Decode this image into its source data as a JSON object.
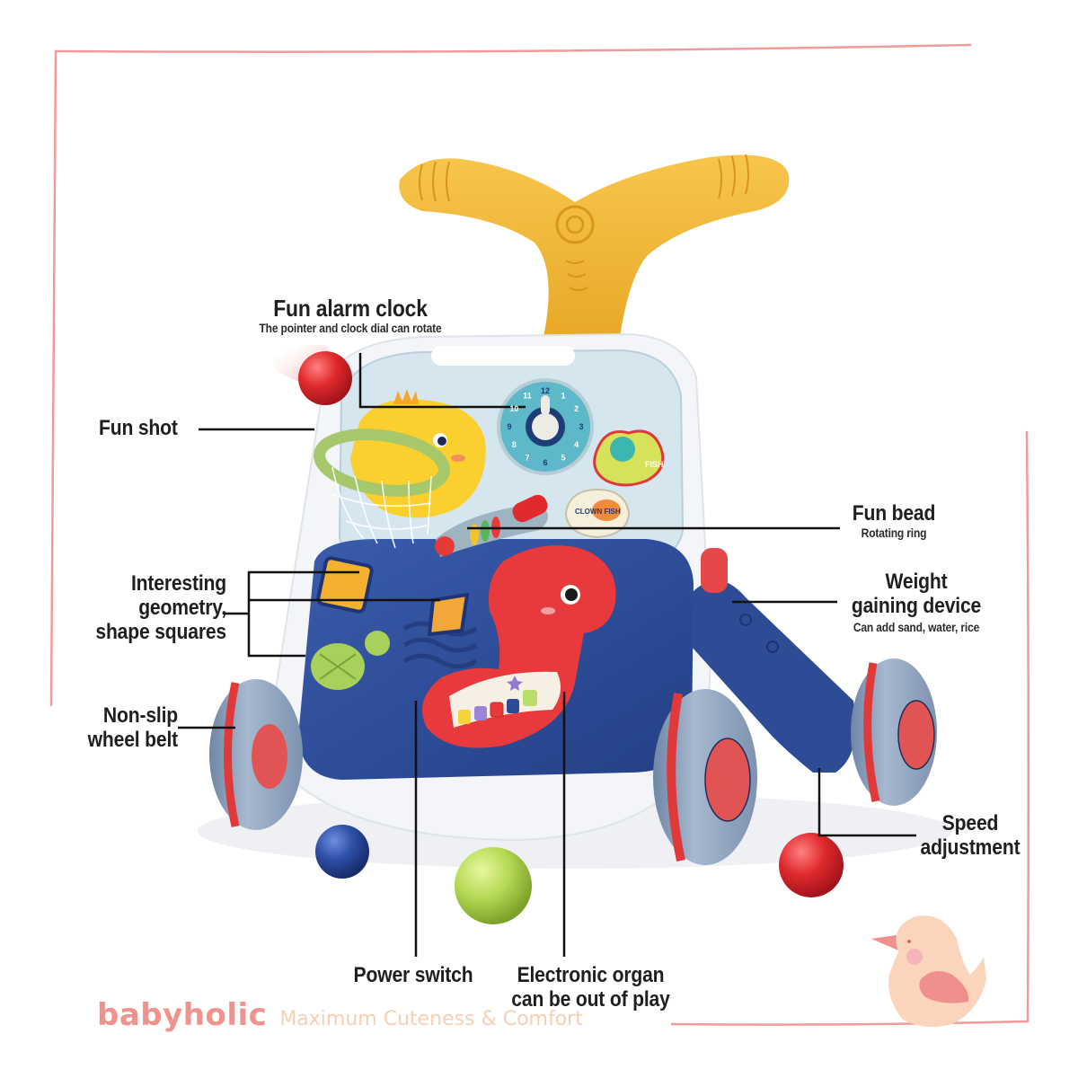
{
  "brand": {
    "name": "babyholic",
    "tagline": "Maximum Cuteness & Comfort",
    "colors": {
      "frame": "#f29a9a",
      "name": "#f0928e",
      "tagline": "#f9cfb4",
      "bird_body": "#fbd5bb",
      "bird_wing": "#f0908e"
    }
  },
  "product": {
    "name": "baby walker activity toy",
    "colors": {
      "handle": "#f2b73a",
      "panel": "#2f4f9a",
      "top_panel": "#d6e6ee",
      "wheel": "#8fa3bd",
      "wheel_belt": "#e0393a",
      "seahorse": "#e83a3c",
      "duck": "#fbcf2e",
      "hoop": "#a6c76a"
    }
  },
  "callouts": [
    {
      "id": "fun-alarm-clock",
      "title": "Fun alarm clock",
      "subtitle": "The pointer and clock dial can rotate"
    },
    {
      "id": "fun-shot",
      "title": "Fun shot"
    },
    {
      "id": "fun-bead",
      "title": "Fun bead",
      "subtitle": "Rotating ring"
    },
    {
      "id": "weight-gaining-device",
      "title": "Weight gaining device",
      "title_lines": [
        "Weight",
        "gaining device"
      ],
      "subtitle": "Can add sand, water, rice"
    },
    {
      "id": "geometry-shape-squares",
      "title": "Interesting geometry, shape squares",
      "title_lines": [
        "Interesting",
        "geometry,",
        "shape squares"
      ]
    },
    {
      "id": "non-slip-wheel-belt",
      "title": "Non-slip wheel belt",
      "title_lines": [
        "Non-slip",
        "wheel belt"
      ]
    },
    {
      "id": "speed-adjustment",
      "title": "Speed adjustment",
      "title_lines": [
        "Speed",
        "adjustment"
      ]
    },
    {
      "id": "power-switch",
      "title": "Power switch"
    },
    {
      "id": "electronic-organ",
      "title": "Electronic organ can be out of play",
      "title_lines": [
        "Electronic organ",
        "can be out of play"
      ]
    }
  ],
  "toy_text": {
    "clock_numbers": [
      "12",
      "1",
      "2",
      "3",
      "4",
      "5",
      "6",
      "7",
      "8",
      "9",
      "10",
      "11"
    ],
    "fish_badge": "FISH",
    "clownfish_badge": "CLOWN FISH"
  }
}
